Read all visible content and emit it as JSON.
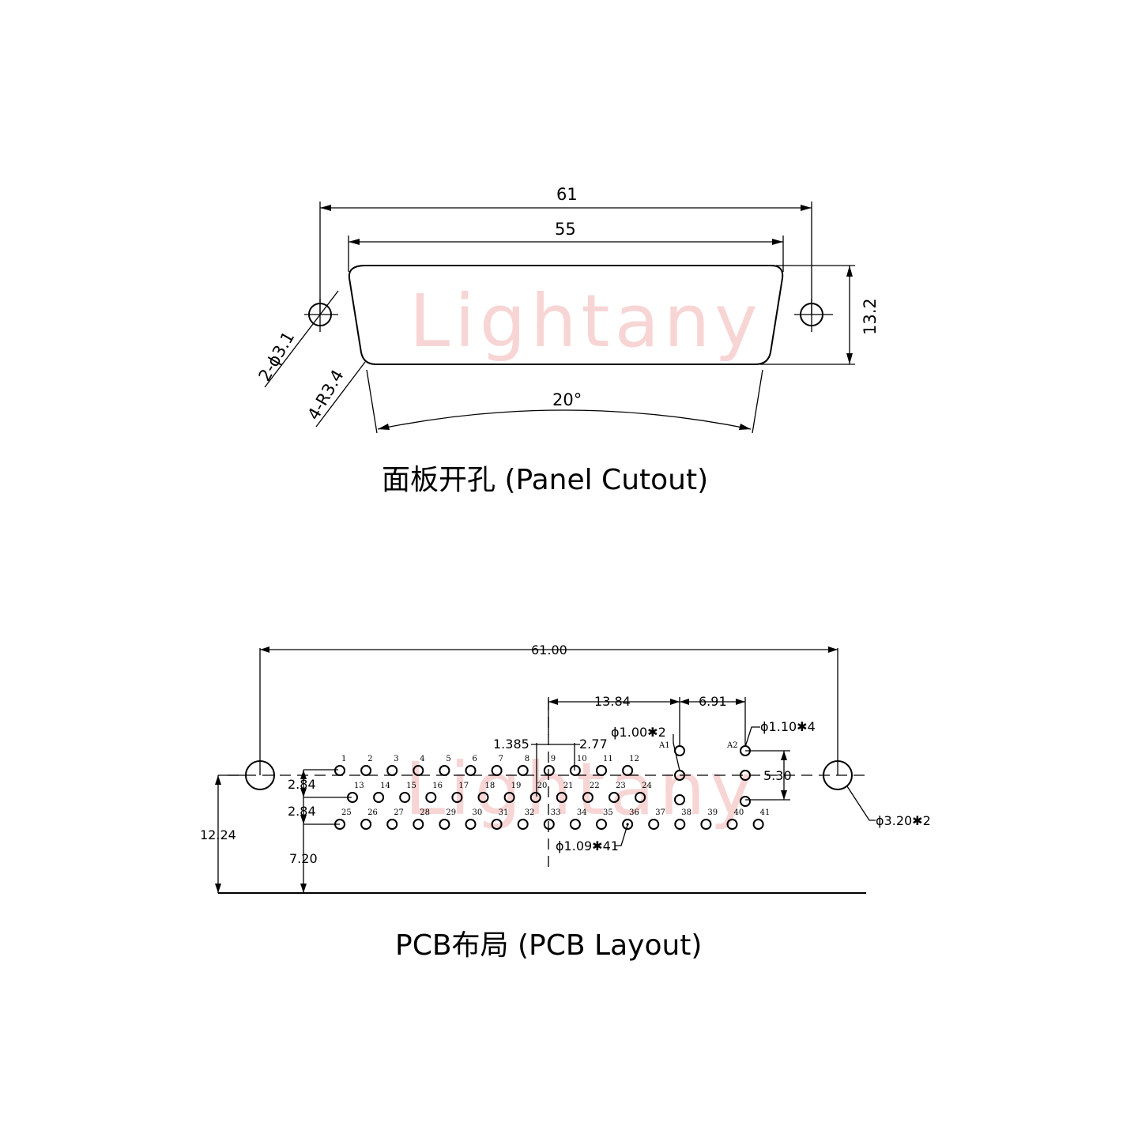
{
  "watermark": "Lightany",
  "panel_cutout": {
    "title": "面板开孔 (Panel Cutout)",
    "dim_overall": "61",
    "dim_opening": "55",
    "dim_height": "13.2",
    "dim_angle": "20°",
    "label_mount_holes": "2-ϕ3.1",
    "label_corner_radius": "4-R3.4"
  },
  "pcb_layout": {
    "title": "PCB布局 (PCB Layout)",
    "dim_overall": "61.00",
    "dim_center_to_a1": "13.84",
    "dim_a1_to_a2": "6.91",
    "dim_half_pitch": "1.385",
    "dim_pitch": "2.77",
    "dim_row_spacing_1": "2.84",
    "dim_row_spacing_2": "2.84",
    "dim_mount_height": "12.24",
    "dim_bottom_row_height": "7.20",
    "dim_coax_spacing": "5.30",
    "label_a1_holes": "ϕ1.00✱2",
    "label_a2_holes": "ϕ1.10✱4",
    "label_signal_holes": "ϕ1.09✱41",
    "label_mount_holes": "ϕ3.20✱2",
    "label_a1": "A1",
    "label_a2": "A2",
    "pins_row1": [
      "1",
      "2",
      "3",
      "4",
      "5",
      "6",
      "7",
      "8",
      "9",
      "10",
      "11",
      "12"
    ],
    "pins_row2": [
      "13",
      "14",
      "15",
      "16",
      "17",
      "18",
      "19",
      "20",
      "21",
      "22",
      "23",
      "24"
    ],
    "pins_row3": [
      "25",
      "26",
      "27",
      "28",
      "29",
      "30",
      "31",
      "32",
      "33",
      "34",
      "35",
      "36",
      "37",
      "38",
      "39",
      "40",
      "41"
    ]
  }
}
